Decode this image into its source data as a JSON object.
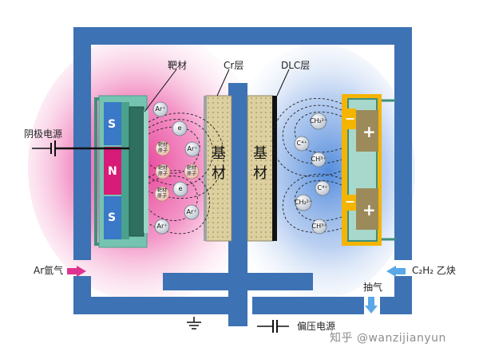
{
  "labels": {
    "target": "靶材",
    "cr_layer": "Cr层",
    "dlc_layer": "DLC层",
    "cathode_power": "阴极电源",
    "ar_gas": "Ar氩气",
    "acetylene": "C₂H₂ 乙炔",
    "exhaust": "抽气",
    "bias_power": "偏压电源",
    "substrate_char1": "基",
    "substrate_char2": "材"
  },
  "magnets": [
    "S",
    "N",
    "S"
  ],
  "anode_signs": {
    "minus": "−",
    "plus": "+"
  },
  "ions_left": [
    {
      "text": "Ar⁺"
    },
    {
      "text": "e"
    },
    {
      "text": "靶材原子"
    },
    {
      "text": "Ar⁺"
    },
    {
      "text": "靶材原子"
    },
    {
      "text": "靶材原子"
    },
    {
      "text": "e"
    },
    {
      "text": "靶材原子"
    },
    {
      "text": "Ar⁺"
    },
    {
      "text": "Ar⁺"
    }
  ],
  "ions_right": [
    {
      "text": "CH₂²⁺"
    },
    {
      "text": "C⁴⁺"
    },
    {
      "text": "CH³⁺"
    },
    {
      "text": "C⁴⁺"
    },
    {
      "text": "CH₂²⁺"
    },
    {
      "text": "CH³⁺"
    }
  ],
  "watermark": "知乎 @wanzijianyun",
  "colors": {
    "chamber": "#3d72b4",
    "magenta_glow": "#e85aa8",
    "blue_glow": "#5b8fd6",
    "substrate": "#ddd0a0",
    "anode_frame": "#f4b400",
    "magnet_pink": "#d81b78",
    "magnet_blue": "#3a78c8"
  }
}
